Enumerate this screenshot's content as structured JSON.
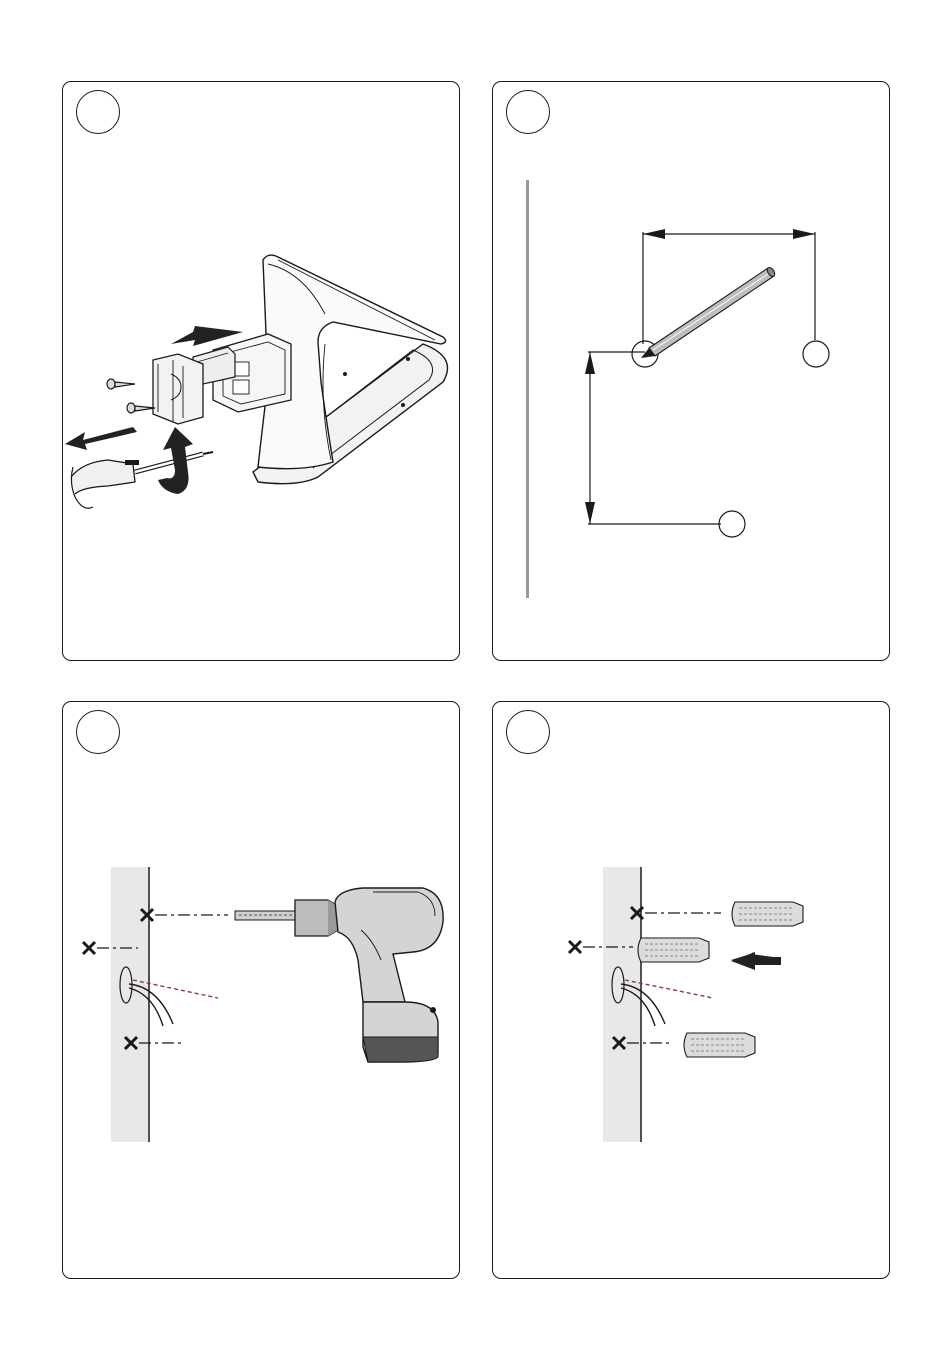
{
  "page": {
    "panels": [
      {
        "id": "step-1",
        "icon": "lamp-bracket-removal-illustration"
      },
      {
        "id": "step-2",
        "icon": "wall-marking-illustration"
      },
      {
        "id": "step-3",
        "icon": "drilling-illustration"
      },
      {
        "id": "step-4",
        "icon": "wall-plug-insertion-illustration"
      }
    ]
  },
  "colors": {
    "line": "#1a1a1a",
    "wall": "#e8e8e8",
    "drill_body": "#d4d4d4",
    "drill_battery": "#555555",
    "arrow": "#222222"
  }
}
